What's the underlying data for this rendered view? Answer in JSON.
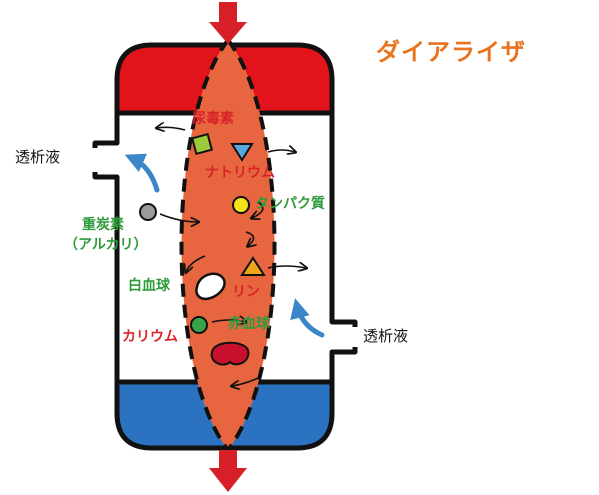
{
  "title": "ダイアライザ",
  "dialysate_left": "透析液",
  "dialysate_right": "透析液",
  "substances": {
    "urea": "尿毒素",
    "sodium": "ナトリウム",
    "protein": "タンパク質",
    "bicarbonate": "重炭素",
    "alkali": "（アルカリ）",
    "white_blood_cell": "白血球",
    "phosphorus": "リン",
    "potassium": "カリウム",
    "red_blood_cell": "赤血球"
  },
  "colors": {
    "title": "#e8731f",
    "cap_top": "#e3131b",
    "cap_bottom": "#2b73c0",
    "blood_core": "#e8663f",
    "arrow": "#d61f26",
    "label_green": "#2f9a3a",
    "label_red": "#d8232a",
    "flow_arrow": "#3a86c8"
  },
  "icons": [
    "inflow-arrow-icon",
    "outflow-arrow-icon",
    "urea-square-icon",
    "sodium-triangle-icon",
    "protein-circle-icon",
    "bicarbonate-circle-icon",
    "white-cell-icon",
    "phosphorus-triangle-icon",
    "potassium-circle-icon",
    "red-cell-icon"
  ]
}
